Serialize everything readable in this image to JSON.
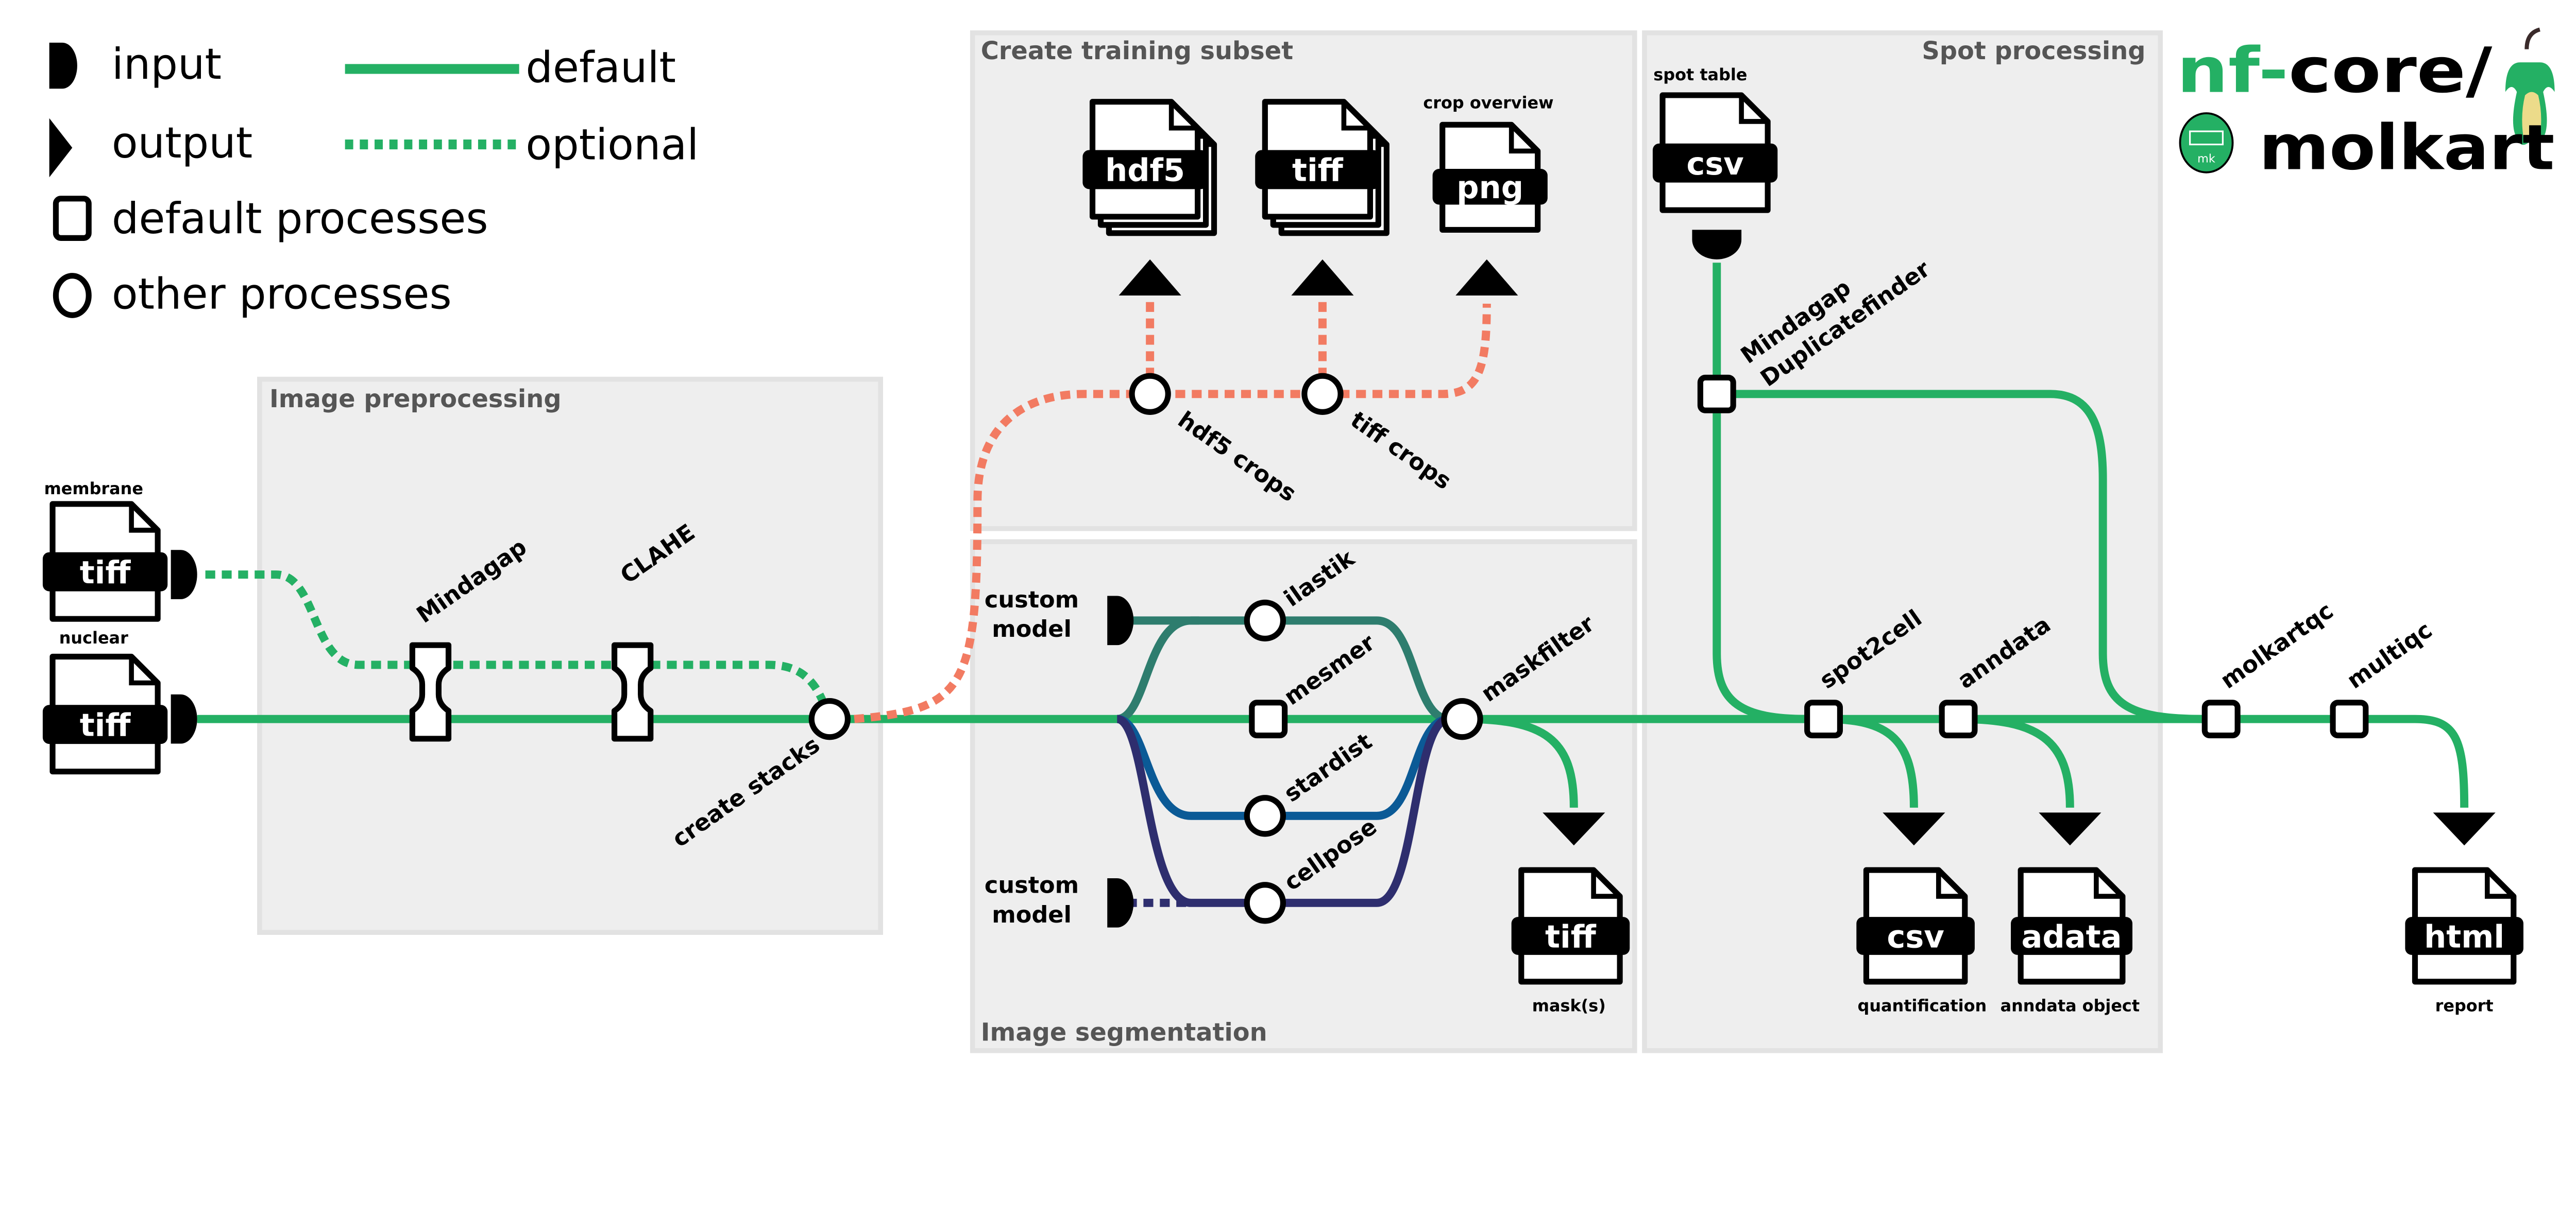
{
  "legend": {
    "input": "input",
    "output": "output",
    "default_processes": "default processes",
    "other_processes": "other processes",
    "default": "default",
    "optional": "optional"
  },
  "colors": {
    "default_line": "#24b064",
    "optional_line": "#24b064",
    "training_subset_line": "#f27b62",
    "ilastik_line": "#2e7d6e",
    "stardist_line": "#0b5a96",
    "cellpose_line": "#2e2e6e",
    "section_fill": "#eeeeee"
  },
  "sections": {
    "preprocessing": "Image preprocessing",
    "training": "Create training subset",
    "segmentation": "Image segmentation",
    "spot": "Spot processing"
  },
  "logo": {
    "prefix": "nf-",
    "core": "core/",
    "name": "molkart",
    "badge": "mk"
  },
  "inputs": {
    "membrane": {
      "label": "membrane",
      "format": "tiff"
    },
    "nuclear": {
      "label": "nuclear",
      "format": "tiff"
    },
    "custom_model_1": "custom model",
    "custom_model_2": "custom model",
    "spot_table": {
      "label": "spot table",
      "format": "csv"
    }
  },
  "processes": {
    "mindagap": "Mindagap",
    "clahe": "CLAHE",
    "create_stacks": "create stacks",
    "hdf5_crops": "hdf5 crops",
    "tiff_crops": "tiff crops",
    "ilastik": "ilastik",
    "mesmer": "mesmer",
    "stardist": "stardist",
    "cellpose": "cellpose",
    "maskfilter": "maskfilter",
    "duplicatefinder_1": "Mindagap",
    "duplicatefinder_2": "Duplicatefinder",
    "spot2cell": "spot2cell",
    "anndata": "anndata",
    "molkartqc": "molkartqc",
    "multiqc": "multiqc"
  },
  "outputs": {
    "hdf5": {
      "format": "hdf5"
    },
    "tiff_crops": {
      "format": "tiff"
    },
    "png": {
      "format": "png",
      "label": "crop overview"
    },
    "mask": {
      "format": "tiff",
      "label": "mask(s)"
    },
    "quant": {
      "format": "csv",
      "label": "quantification"
    },
    "adata": {
      "format": "adata",
      "label": "anndata object"
    },
    "report": {
      "format": "html",
      "label": "report"
    }
  }
}
